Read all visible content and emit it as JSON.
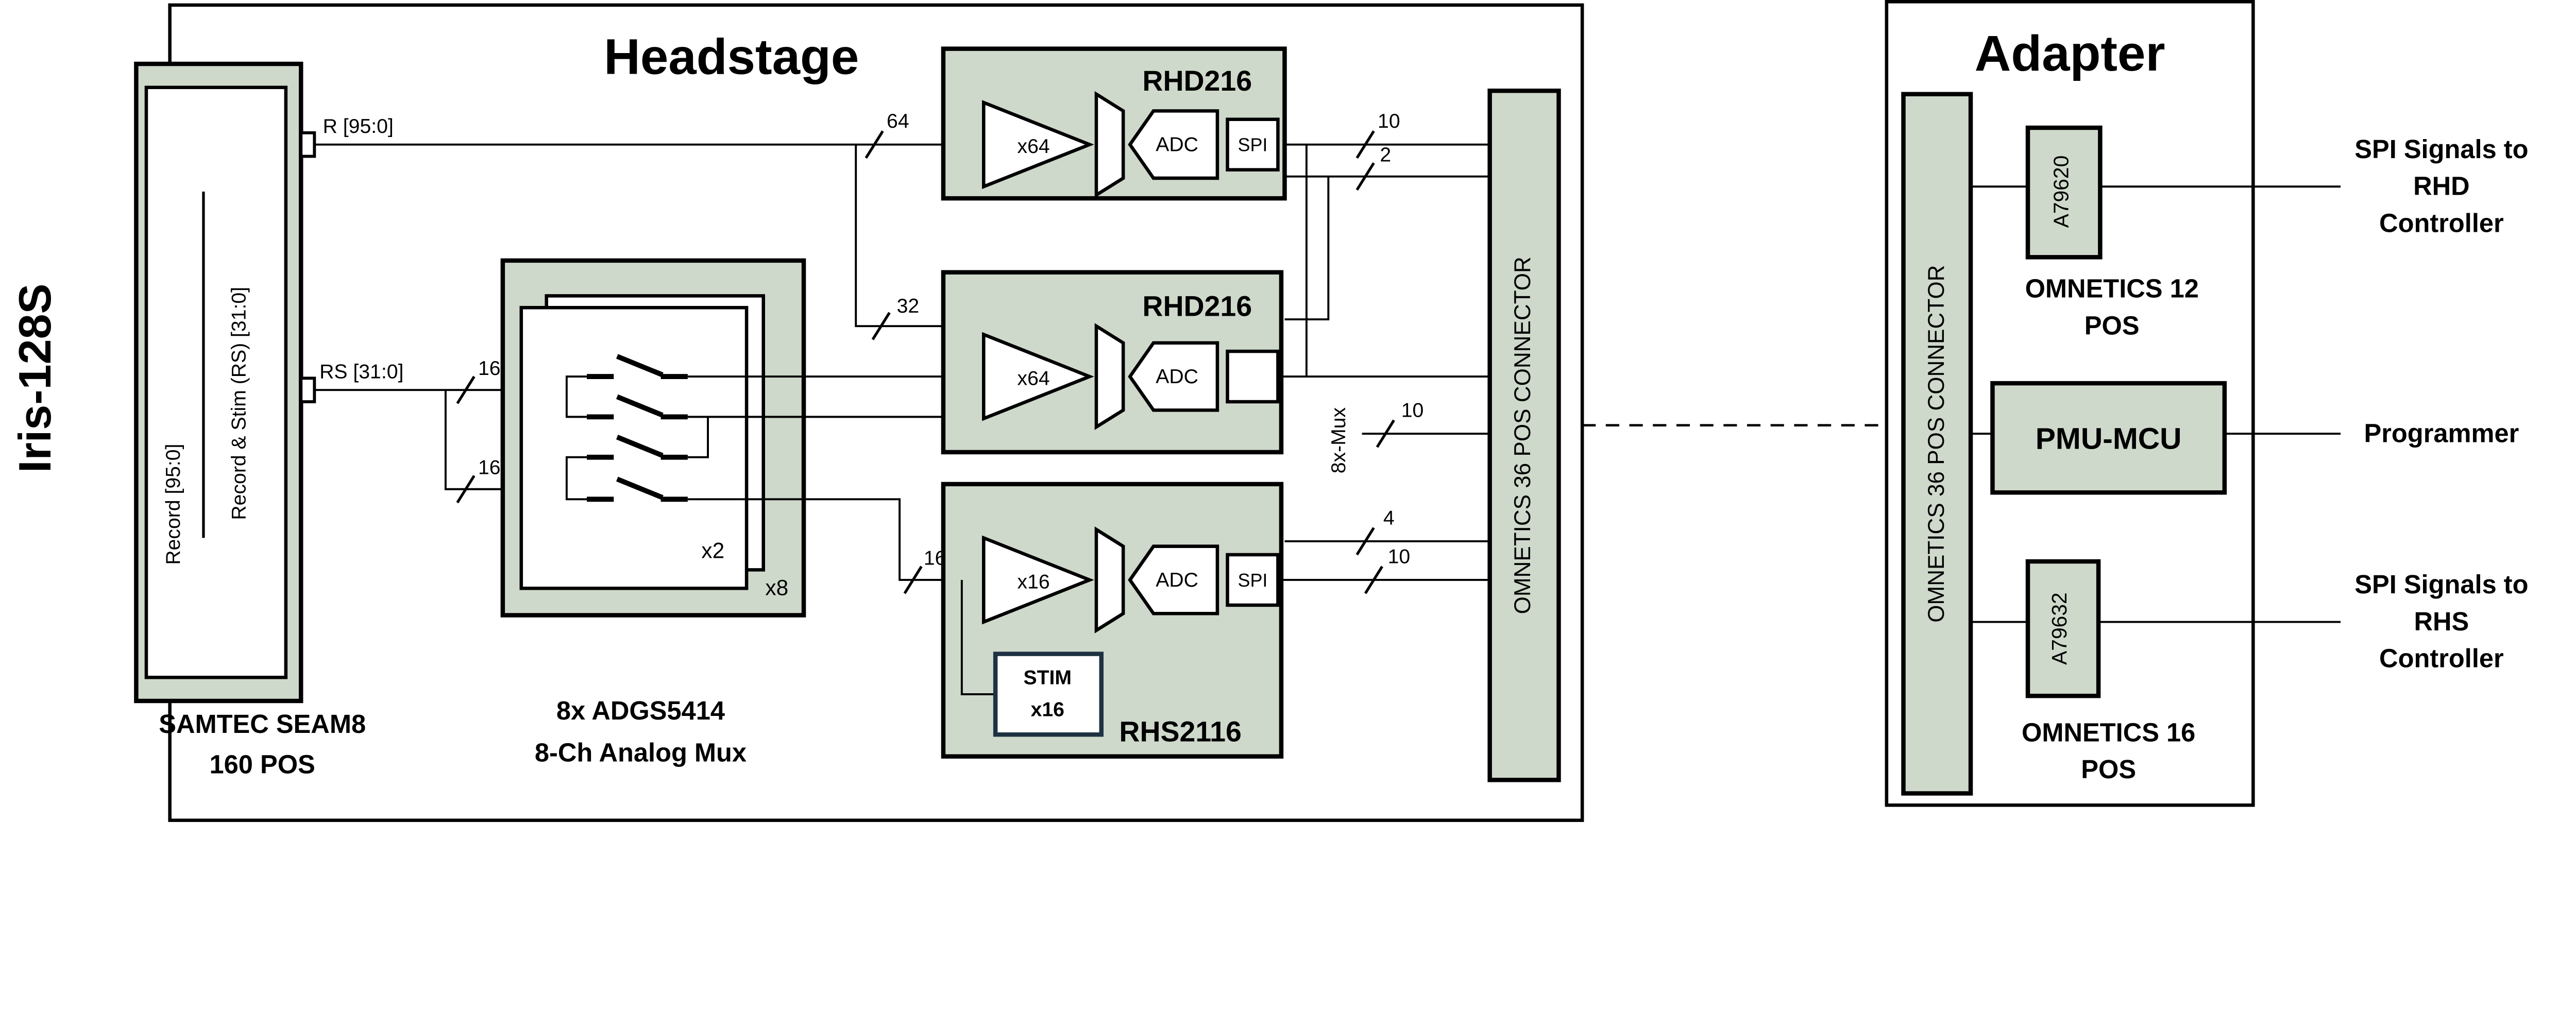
{
  "product": "Iris-128S",
  "colors": {
    "box_green": "#cfd9cb",
    "navy": "#1c2b3a",
    "stim_border": "#1e3242"
  },
  "headstage": {
    "title": "Headstage",
    "samtec": {
      "inner_left": "Record [95:0]",
      "inner_right": "Record & Stim (RS) [31:0]",
      "caption1": "SAMTEC SEAM8",
      "caption2": "160 POS"
    },
    "wires": {
      "r": "R [95:0]",
      "r_w": "64",
      "r_branch_w": "32",
      "rs": "RS [31:0]",
      "rs_w1": "16",
      "rs_w2": "16",
      "mux_out_w": "16",
      "spi_top_w": "10",
      "aux_w": "2",
      "mux_ctrl": "8x-Mux",
      "mux_ctrl_w": "10",
      "stim_trig_w": "4",
      "spi_rhs_w": "10"
    },
    "mux": {
      "caption1": "8x ADGS5414",
      "caption2": "8-Ch Analog Mux",
      "stack_inner": "x2",
      "stack_outer": "x8"
    },
    "rhd_top": {
      "title": "RHD216",
      "gain": "x64",
      "adc": "ADC",
      "spi": "SPI"
    },
    "rhd_mid": {
      "title": "RHD216",
      "gain": "x64",
      "adc": "ADC"
    },
    "rhs": {
      "title": "RHS2116",
      "gain": "x16",
      "adc": "ADC",
      "spi": "SPI",
      "stim1": "STIM",
      "stim2": "x16"
    },
    "connector": "OMNETICS 36 POS CONNECTOR"
  },
  "adapter": {
    "title": "Adapter",
    "connector": "OMNETICS 36 POS CONNECTOR",
    "a79620": {
      "chip": "A79620",
      "caption1": "OMNETICS 12",
      "caption2": "POS"
    },
    "pmu": {
      "chip": "PMU-MCU"
    },
    "a79632": {
      "chip": "A79632",
      "caption1": "OMNETICS 16",
      "caption2": "POS"
    }
  },
  "external": {
    "rhd_out1": "SPI Signals to",
    "rhd_out2": "RHD",
    "rhd_out3": "Controller",
    "programmer": "Programmer",
    "rhs_out1": "SPI Signals to",
    "rhs_out2": "RHS",
    "rhs_out3": "Controller"
  }
}
